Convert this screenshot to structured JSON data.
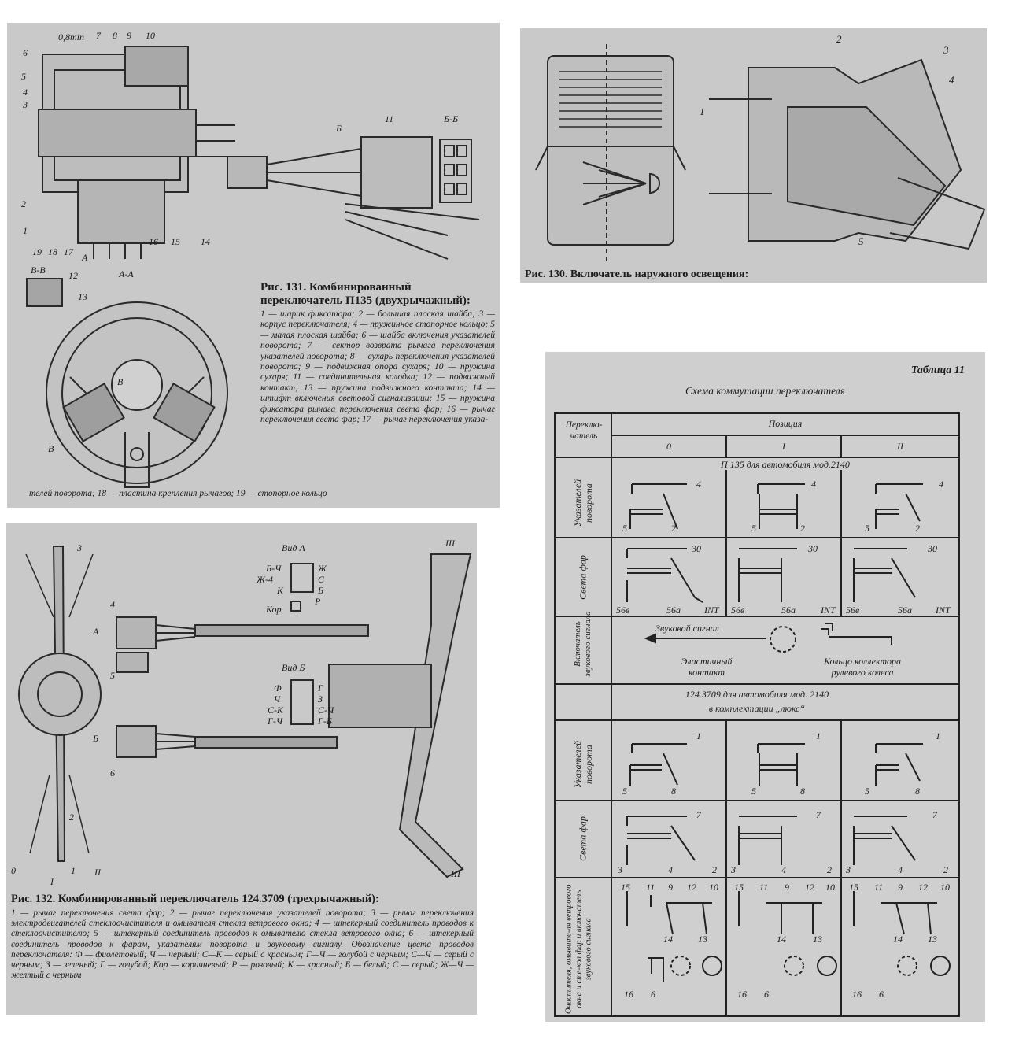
{
  "fig131": {
    "title": "Рис. 131. Комбинированный переключатель П135 (двухрычажный):",
    "legend": "1 — шарик фиксатора; 2 — большая плоская шайба; 3 — корпус переключателя; 4 — пружинное стопорное кольцо; 5 — малая плоская шайба; 6 — шайба включения указателей поворота; 7 — сектор возврата рычага переключения указателей поворота; 8 — сухарь переключения указателей поворота; 9 — подвижная опора сухаря; 10 — пружина сухаря; 11 — соединительная колодка; 12 — подвижный контакт; 13 — пружина подвижного контакта; 14 — штифт включения световой сигнализации; 15 — пружина фиксатора рычага переключения света фар; 16 — рычаг переключения света фар; 17 — рычаг переключения указа-",
    "legend_tail": "телей поворота; 18 — пластина крепления рычагов; 19 — стопорное кольцо",
    "callouts": [
      "0,8min",
      "6",
      "7",
      "8",
      "9",
      "10",
      "5",
      "4",
      "3",
      "2",
      "1",
      "19",
      "18",
      "17",
      "16",
      "15",
      "14",
      "11",
      "Б",
      "Б-Б",
      "А",
      "А-А",
      "В-В",
      "12",
      "13",
      "В",
      "В"
    ]
  },
  "fig130": {
    "title": "Рис. 130. Включатель наружного освещения:",
    "callouts": [
      "1",
      "2",
      "3",
      "4",
      "5"
    ]
  },
  "fig132": {
    "title": "Рис. 132. Комбинированный переключатель 124.3709 (трехрычажный):",
    "legend": "1 — рычаг переключения света фар; 2 — рычаг переключения указателей поворота; 3 — рычаг переключения электродвигателей стеклоочистителя и омывателя стекла ветрового окна; 4 — штекерный соединитель проводов к стеклоочистителю; 5 — штекерный соединитель проводов к омывателю стекла ветрового окна; 6 — штекерный соединитель проводов к фарам, указателям поворота и звуковому сигналу. Обозначение цвета проводов переключателя: Ф — фиолетовый; Ч — черный; С—К — серый с красным; Г—Ч — голубой с черным; С—Ч — серый с черным; З — зеленый; Г — голубой; Кор — коричневый; Р — розовый; К — красный; Б — белый; С — серый; Ж—Ч — желтый с черным",
    "callouts": [
      "3",
      "4",
      "5",
      "6",
      "2",
      "1",
      "I",
      "II",
      "0",
      "III",
      "III",
      "А",
      "Б",
      "Вид А",
      "Вид Б",
      "Б-Ч",
      "Ж",
      "Ж-4",
      "С",
      "К",
      "Б",
      "Кор",
      "Р",
      "Ф",
      "Г",
      "Ч",
      "З",
      "С-К",
      "С-Ч",
      "Г-Ч",
      "Г-Б"
    ]
  },
  "table11": {
    "number": "Таблица 11",
    "title": "Схема коммутации переключателя",
    "header_switch": "Переклю-чатель",
    "header_position": "Позиция",
    "positions": [
      "0",
      "I",
      "II"
    ],
    "section1": "П 135 для автомобиля мод.2140",
    "section2_line1": "124.3709 для автомобиля мод. 2140",
    "section2_line2": "в комплектации „люкс“",
    "rows": {
      "turn1": "Указателей поворота",
      "head1": "Света фар",
      "horn": "Включатель звукового сигнала",
      "turn2": "Указателей поворота",
      "head2": "Света фар",
      "wiper": "Очистителя, омывате-ля ветрового окна и сте-кол фар и включатель звукового сигнала"
    },
    "horn_signal": "Звуковой сигнал",
    "horn_contact": "Эластичный контакт",
    "horn_ring": "Кольцо коллектора рулевого колеса",
    "terms_turn1": [
      "4",
      "5",
      "2"
    ],
    "terms_head1": [
      "30",
      "56в",
      "56а",
      "INT"
    ],
    "terms_turn2": [
      "1",
      "5",
      "8"
    ],
    "terms_head2": [
      "7",
      "3",
      "4",
      "2"
    ],
    "terms_wiper": [
      "15",
      "11",
      "9",
      "12",
      "10",
      "14",
      "13",
      "16",
      "6"
    ]
  }
}
